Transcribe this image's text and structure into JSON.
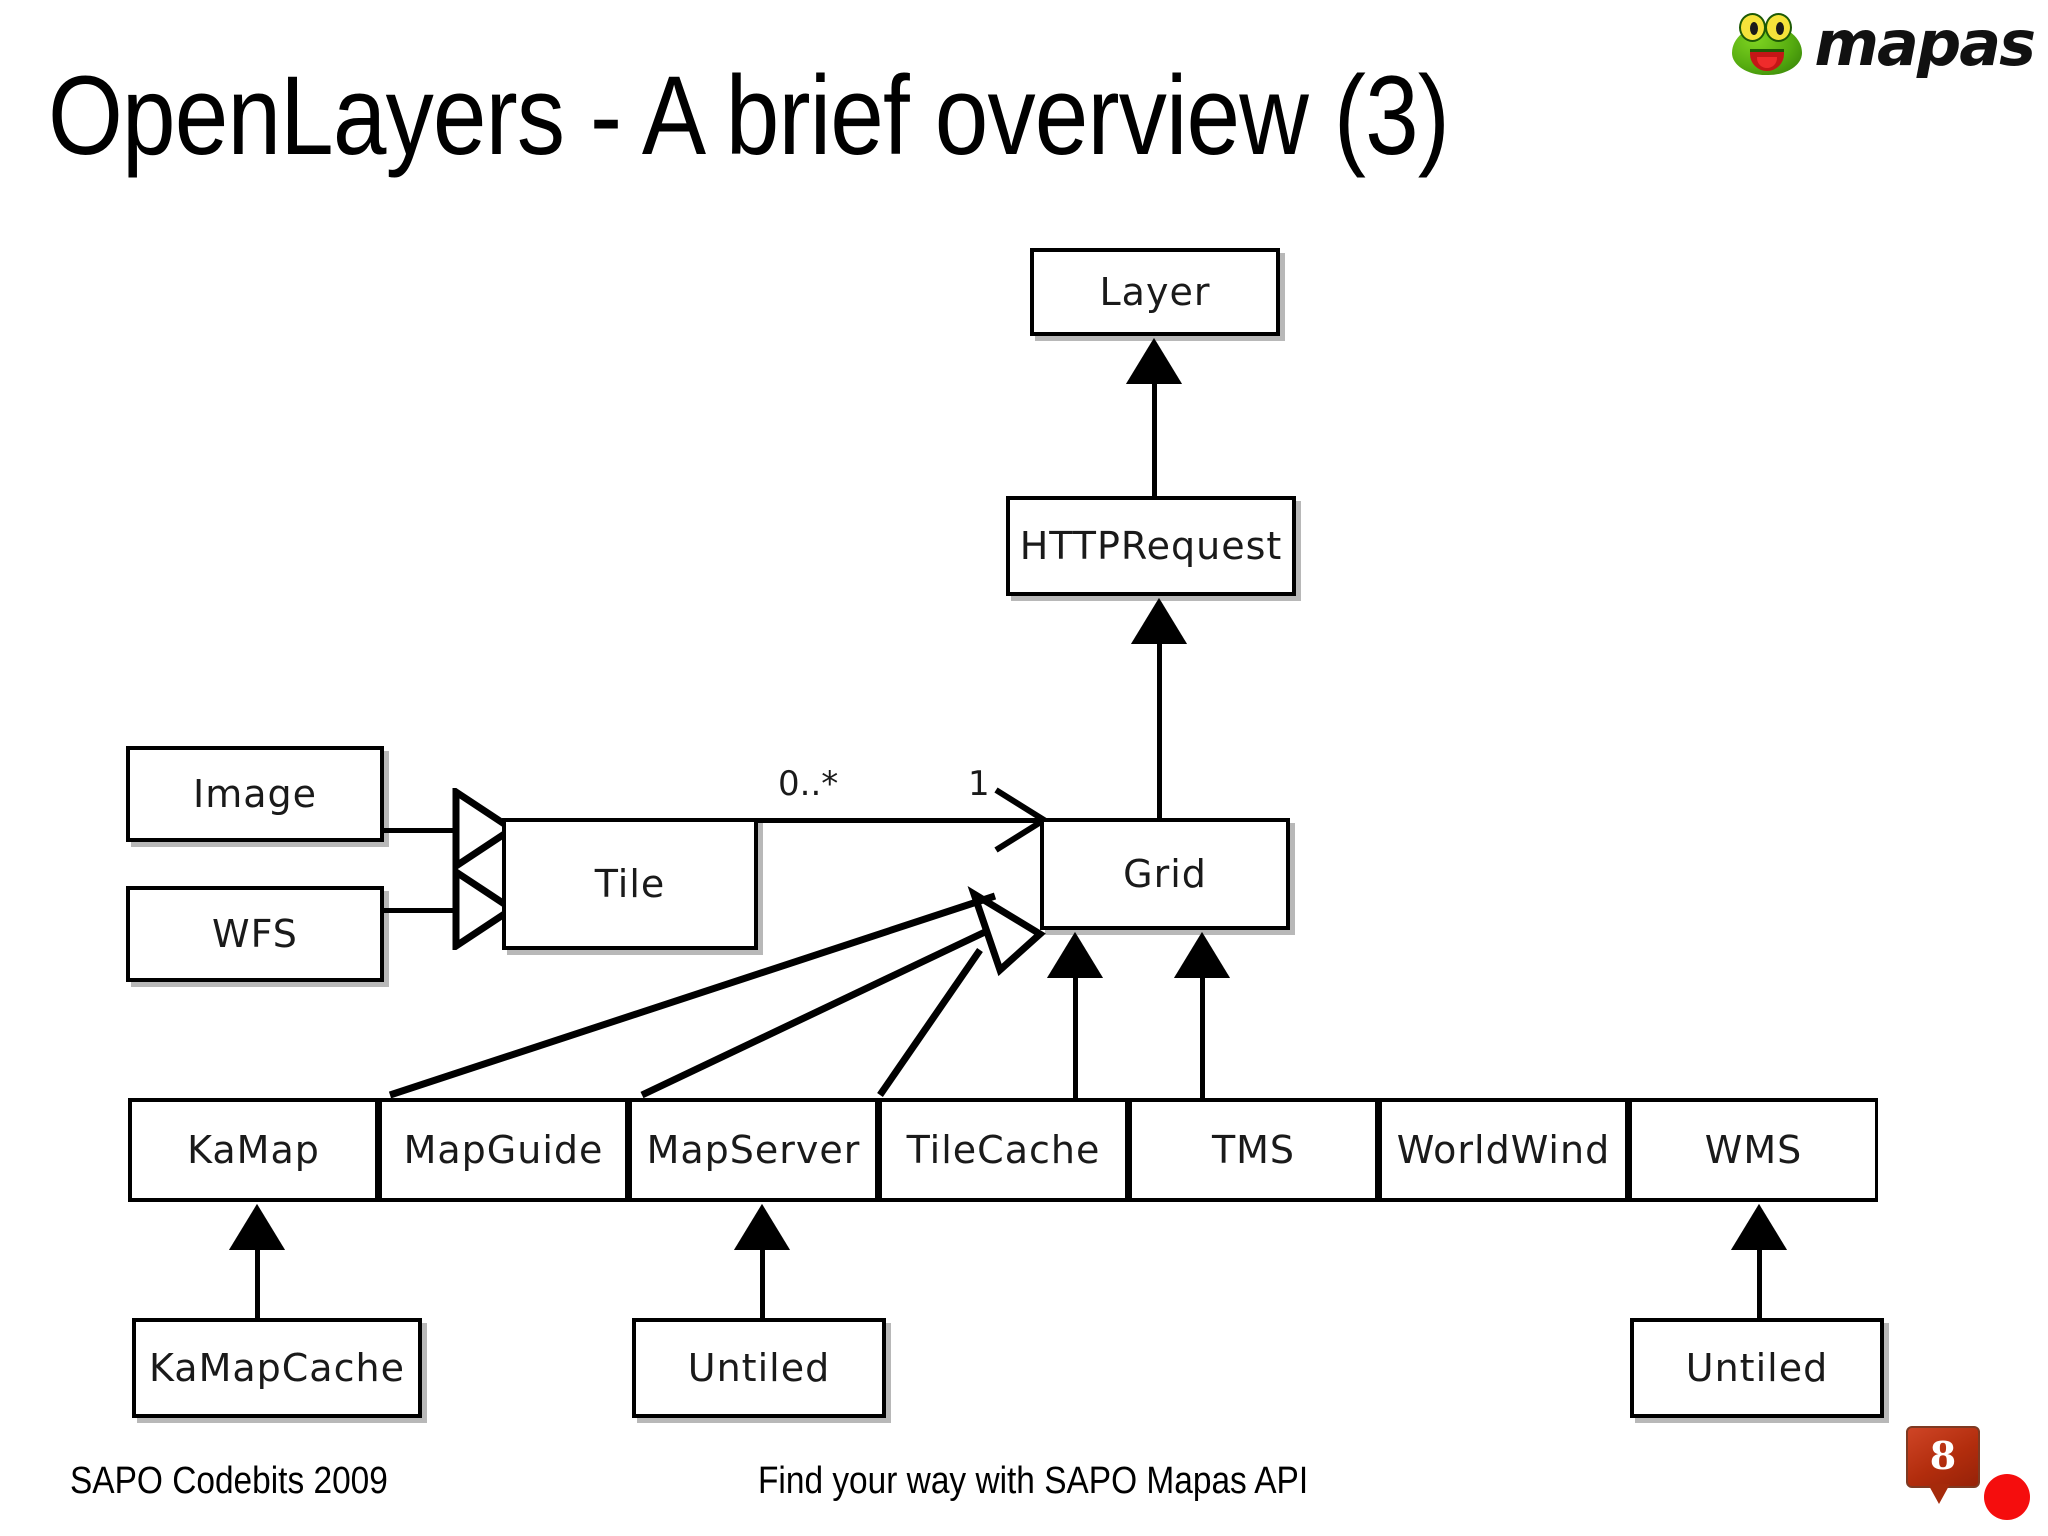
{
  "slide": {
    "title": "OpenLayers - A brief overview (3)",
    "page_number": "8"
  },
  "logo": {
    "wordmark": "mapas",
    "icon": "frog-icon",
    "frog_green": "#56ac10",
    "eye_yellow": "#f5e33a",
    "mouth_red": "#c41616"
  },
  "footer": {
    "left": "SAPO Codebits 2009",
    "center": "Find your way with SAPO Mapas API"
  },
  "diagram": {
    "type": "uml-class-diagram",
    "classes": {
      "layer": "Layer",
      "httprequest": "HTTPRequest",
      "image": "Image",
      "wfs": "WFS",
      "tile": "Tile",
      "grid": "Grid",
      "kamapcache": "KaMapCache",
      "untiled_left": "Untiled",
      "untiled_right": "Untiled"
    },
    "subclass_row": [
      "KaMap",
      "MapGuide",
      "MapServer",
      "TileCache",
      "TMS",
      "WorldWind",
      "WMS"
    ],
    "multiplicities": {
      "tile_side": "0..*",
      "grid_side": "1"
    },
    "relationships": [
      {
        "from": "HTTPRequest",
        "to": "Layer",
        "kind": "generalization"
      },
      {
        "from": "Grid",
        "to": "HTTPRequest",
        "kind": "generalization"
      },
      {
        "from": "Image",
        "to": "Tile",
        "kind": "generalization"
      },
      {
        "from": "WFS",
        "to": "Tile",
        "kind": "generalization"
      },
      {
        "from": "Tile",
        "to": "Grid",
        "kind": "association",
        "multiplicity": "0..* to 1"
      },
      {
        "from": "TileCache",
        "to": "Grid",
        "kind": "generalization"
      },
      {
        "from": "TMS",
        "to": "Grid",
        "kind": "generalization"
      },
      {
        "from": "KaMap",
        "to": "Grid",
        "kind": "generalization"
      },
      {
        "from": "MapGuide",
        "to": "Grid",
        "kind": "generalization"
      },
      {
        "from": "MapServer",
        "to": "Grid",
        "kind": "generalization"
      },
      {
        "from": "KaMapCache",
        "to": "KaMap",
        "kind": "generalization"
      },
      {
        "from": "Untiled",
        "to": "MapServer",
        "kind": "generalization"
      },
      {
        "from": "Untiled",
        "to": "WMS",
        "kind": "generalization"
      }
    ]
  },
  "colors": {
    "background": "#ffffff",
    "line": "#000000",
    "badge_red": "#b22d0d",
    "dot_red": "#f50d0d"
  }
}
